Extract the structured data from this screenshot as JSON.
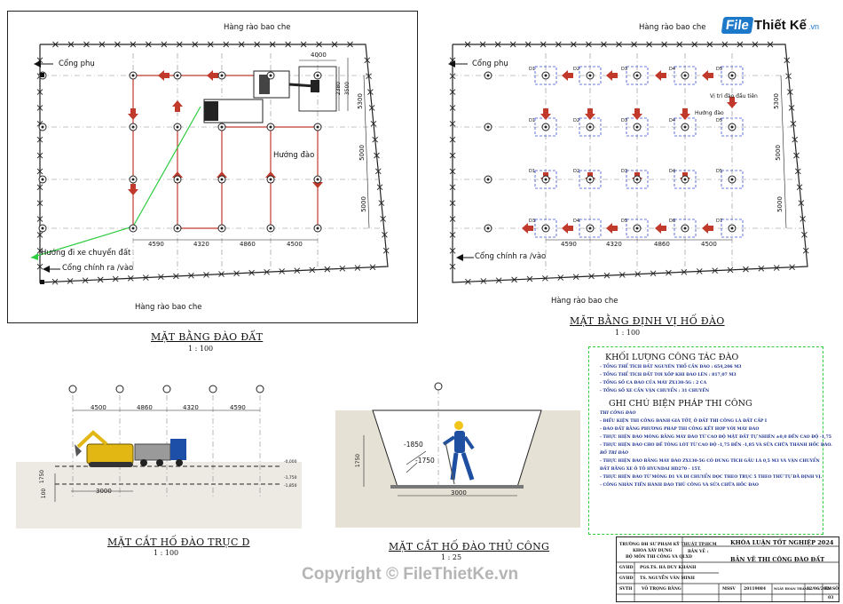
{
  "logo": {
    "brand_file": "File",
    "brand_word": "Thiết Kế",
    "brand_domain": ".vn"
  },
  "plan1": {
    "fence_top": "Hàng rào bao che",
    "fence_bottom": "Hàng rào bao che",
    "side_gate": "Cổng phụ",
    "main_gate": "Cổng chính ra /vào",
    "truck_route": "Hướng đi xe chuyển đất",
    "dig_direction": "Hướng đào",
    "dims_bottom": [
      "4590",
      "4320",
      "4860",
      "4500"
    ],
    "dims_right": [
      "5300",
      "5000",
      "5000"
    ],
    "dim_excavator_w": "4000",
    "dims_excavator_h": [
      "2380",
      "3500"
    ],
    "caption": "MẶT BẰNG ĐÀO ĐẤT",
    "scale": "1 : 100"
  },
  "plan2": {
    "fence_top": "Hàng rào bao che",
    "fence_bottom": "Hàng rào bao che",
    "side_gate": "Cổng phụ",
    "main_gate": "Cổng chính ra /vào",
    "start_note": "Vị trí đào đầu tiên",
    "dig_direction": "Hướng đào",
    "dims_bottom": [
      "4590",
      "4320",
      "4860",
      "4500"
    ],
    "dims_right": [
      "5300",
      "5000",
      "5000"
    ],
    "pit_labels": [
      "D1",
      "D2",
      "D3",
      "D4",
      "D5",
      "D6",
      "D7"
    ],
    "caption": "MẶT BẰNG ĐỊNH VỊ HỐ ĐÀO",
    "scale": "1 : 100"
  },
  "section1": {
    "dims_top": [
      "4500",
      "4860",
      "4320",
      "4590"
    ],
    "dim_pit": "3000",
    "dims_left": [
      "1750",
      "100"
    ],
    "levels": [
      "-0,000",
      "-1,750",
      "-1,850"
    ],
    "caption": "MẶT CẮT HỐ ĐÀO TRỤC D",
    "scale": "1 : 100"
  },
  "section2": {
    "dim_left": "1750",
    "dim_bottom": "3000",
    "level_a": "-1850",
    "level_b": "-1750",
    "caption": "MẶT CẮT HỐ ĐÀO THỦ CÔNG",
    "scale": "1 : 25"
  },
  "notes": {
    "title_volume": "KHỐI LƯỢNG CÔNG TÁC ĐÀO",
    "volume_rows": [
      "- TỔNG THỂ TÍCH ĐẤT NGUYÊN THỔ CẦN ĐÀO   : 654,206 M3",
      "- TỔNG THỂ TÍCH ĐẤT TƠI XỐP KHI ĐÀO LÊN   : 817,07  M3",
      "- TỔNG SỐ CA ĐÀO CỦA MÁY ZX130-5G          : 2 CA",
      "- TỔNG SỐ XE CẦN VẬN CHUYỂN                 : 31 CHUYẾN"
    ],
    "title_method": "GHI CHÚ BIỆN PHÁP THI CÔNG",
    "method_heading_1": "THI CÔNG ĐÀO",
    "method_rows_1": [
      "- ĐIỀU KIỆN THI CÔNG ĐÁNH GIÁ TỐT, Ở ĐẤT THI CÔNG LÀ ĐẤT CẤP I",
      "- ĐÀO ĐẤT BẰNG PHƯƠNG PHÁP THI CÔNG KẾT HỢP VỚI MÁY ĐÀO",
      "- THỰC HIỆN ĐÀO MÓNG BẰNG MÁY ĐÀO TỪ CAO ĐỘ MẶT ĐẤT TỰ NHIÊN ±0,0 ĐẾN CAO ĐỘ -1,75",
      "- THỰC HIỆN ĐÀO CHO ĐẾ TÔNG LÓT TỪ CAO ĐỘ -1,75 ĐẾN -1,85 VÀ SỬA CHỮA THÀNH HỐC ĐÀO."
    ],
    "method_heading_2": "BỐ TRÍ ĐÀO",
    "method_rows_2": [
      "- THỰC HIỆN ĐÀO BẰNG MÁY ĐÀO ZX130-5G  CÓ DUNG TÍCH GẦU LÀ 0,5 M3 VÀ  VẬN CHUYỂN",
      "ĐẤT BẰNG XE Ô TÔ HYUNDAI HD270 - 15T.",
      "- THỰC HIỆN ĐÀO TỪ MÓNG D1 VÀ DI CHUYỂN DỌC THEO TRỤC 5 THEO THỨ TỰ ĐÃ ĐỊNH VỊ.",
      "- CÔNG NHÂN TIẾN HÀNH ĐÀO THỦ CÔNG VÀ SỬA CHỮA HỐC ĐÀO"
    ]
  },
  "title_block": {
    "school": "TRƯỜNG ĐH SƯ PHẠM KỸ THUẬT TP.HCM",
    "faculty": "KHOA XÂY DỰNG",
    "dept": "BỘ MÔN THI CÔNG VÀ QLXD",
    "project": "KHÓA LUẬN TỐT NGHIỆP 2024",
    "drawing_label": "BẢN VẼ :",
    "drawing_title": "BẢN VẼ THI CÔNG ĐÀO ĐẤT",
    "gvhd_label": "GVHD",
    "gvhd": "PGS.TS. HÀ DUY KHÁNH",
    "gvhd2_label": "GVHD",
    "gvhd2": "TS. NGUYỄN VĂN MINH",
    "svth_label": "SVTH",
    "svth": "VÕ TRỌNG BẰNG",
    "mssv_label": "MSSV",
    "mssv": "20119084",
    "date_label": "NGÀY HOÀN THÀNH",
    "date": "12/06/2024",
    "sheet_label": "BV SỐ",
    "sheet": "03"
  },
  "watermark": "Copyright © FileThietKe.vn"
}
